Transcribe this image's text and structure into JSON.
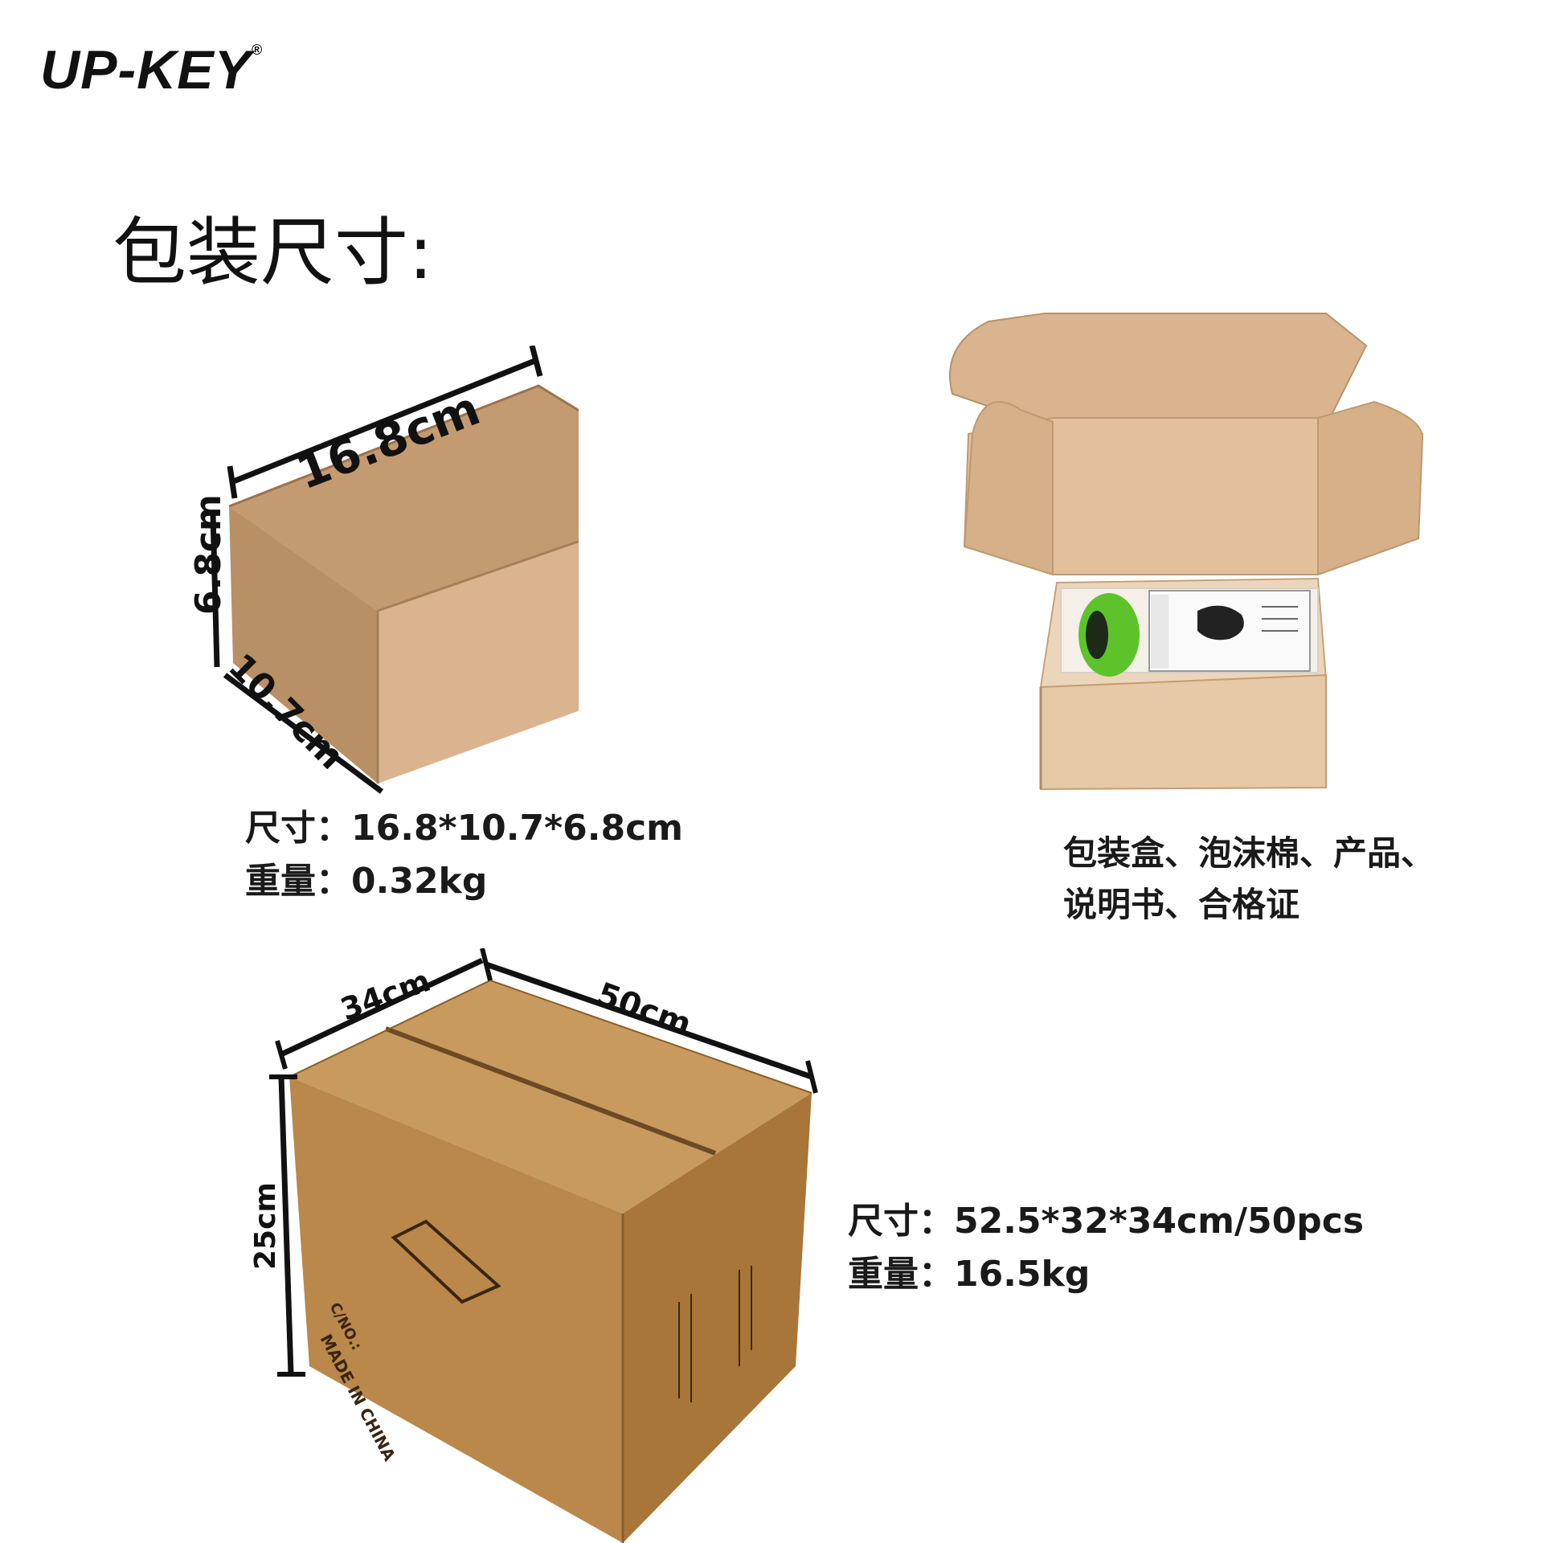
{
  "logo": {
    "name": "UP-KEY",
    "mark": "®"
  },
  "heading": "包装尺寸:",
  "small_box": {
    "length_label": "16.8cm",
    "height_label": "6.8cm",
    "width_label": "10.7cm",
    "size_line": "尺寸：16.8*10.7*6.8cm",
    "weight_line": "重量：0.32kg"
  },
  "open_box": {
    "contents_line1": "包装盒、泡沫棉、产品、",
    "contents_line2": "说明书、合格证"
  },
  "carton": {
    "depth_label": "34cm",
    "length_label": "50cm",
    "height_label": "25cm",
    "print_origin": "MADE IN CHINA",
    "print_cno": "C/NO.:",
    "size_line": "尺寸：52.5*32*34cm/50pcs",
    "weight_line": "重量：16.5kg"
  },
  "colors": {
    "kraft_light": "#d9b48f",
    "kraft_mid": "#c99e72",
    "kraft_dark": "#b3865a",
    "carton_top": "#c89a5e",
    "carton_front": "#b9884a",
    "carton_side": "#a87638",
    "accent_green": "#5cc42a"
  }
}
